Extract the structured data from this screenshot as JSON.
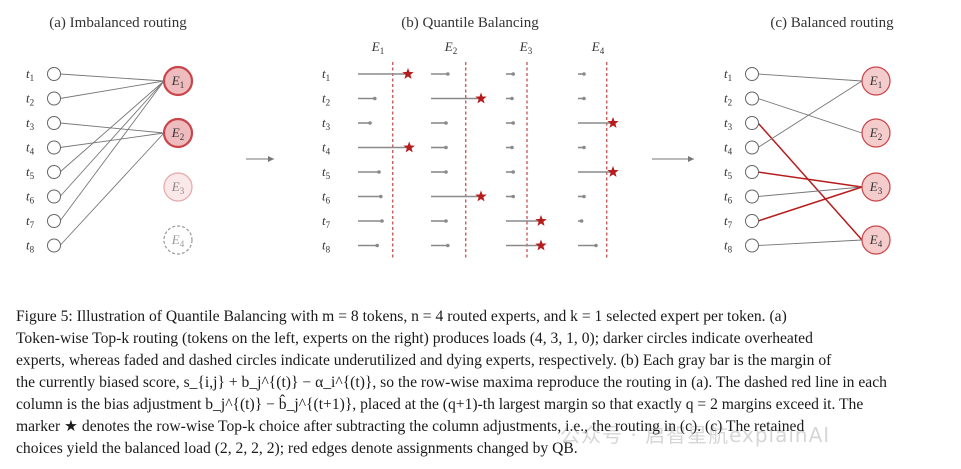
{
  "panels": {
    "a_title": "(a) Imbalanced routing",
    "b_title": "(b) Quantile Balancing",
    "c_title": "(c) Balanced routing"
  },
  "tokens": [
    "t1",
    "t2",
    "t3",
    "t4",
    "t5",
    "t6",
    "t7",
    "t8"
  ],
  "experts": [
    "E1",
    "E2",
    "E3",
    "E4"
  ],
  "routing_a": [
    0,
    0,
    1,
    1,
    0,
    0,
    0,
    1
  ],
  "routing_c": [
    0,
    1,
    3,
    0,
    2,
    2,
    2,
    3
  ],
  "changed_by_qb": [
    false,
    false,
    true,
    false,
    true,
    false,
    true,
    false
  ],
  "expert_state_a": [
    "overheated",
    "overheated",
    "underutilized",
    "dying"
  ],
  "margins": [
    [
      0.8,
      0.28,
      0.12,
      0.1
    ],
    [
      0.28,
      0.8,
      0.1,
      0.1
    ],
    [
      0.2,
      0.25,
      0.12,
      0.55
    ],
    [
      0.82,
      0.25,
      0.1,
      0.1
    ],
    [
      0.35,
      0.25,
      0.12,
      0.55
    ],
    [
      0.38,
      0.8,
      0.12,
      0.1
    ],
    [
      0.4,
      0.25,
      0.55,
      0.06
    ],
    [
      0.32,
      0.28,
      0.55,
      0.3
    ]
  ],
  "bias_adjustments": [
    0.58,
    0.58,
    0.35,
    0.48
  ],
  "topk_after": [
    0,
    1,
    3,
    0,
    3,
    1,
    2,
    2
  ],
  "colors": {
    "accent_red": "#b71c1c",
    "expert_fill": "#f4cccc",
    "expert_stroke": "#c9454a",
    "gray": "#8a8a8a"
  },
  "caption_lines": [
    "Figure 5: Illustration of Quantile Balancing with m = 8 tokens, n = 4 routed experts, and k = 1 selected expert per token. (a)",
    "Token-wise Top-k routing (tokens on the left, experts on the right) produces loads (4, 3, 1, 0); darker circles indicate overheated",
    "experts, whereas faded and dashed circles indicate underutilized and dying experts, respectively. (b) Each gray bar is the margin of",
    "the currently biased score, s_{i,j} + b_j^{(t)} − α_i^{(t)}, so the row-wise maxima reproduce the routing in (a). The dashed red line in each",
    "column is the bias adjustment b_j^{(t)} − b̂_j^{(t+1)}, placed at the (q+1)-th largest margin so that exactly q = 2 margins exceed it. The",
    "marker ★ denotes the row-wise Top-k choice after subtracting the column adjustments, i.e., the routing in (c). (c) The retained",
    "choices yield the balanced load (2, 2, 2, 2); red edges denote assignments changed by QB."
  ],
  "watermark": "公众号 · 启智星航explainAI"
}
